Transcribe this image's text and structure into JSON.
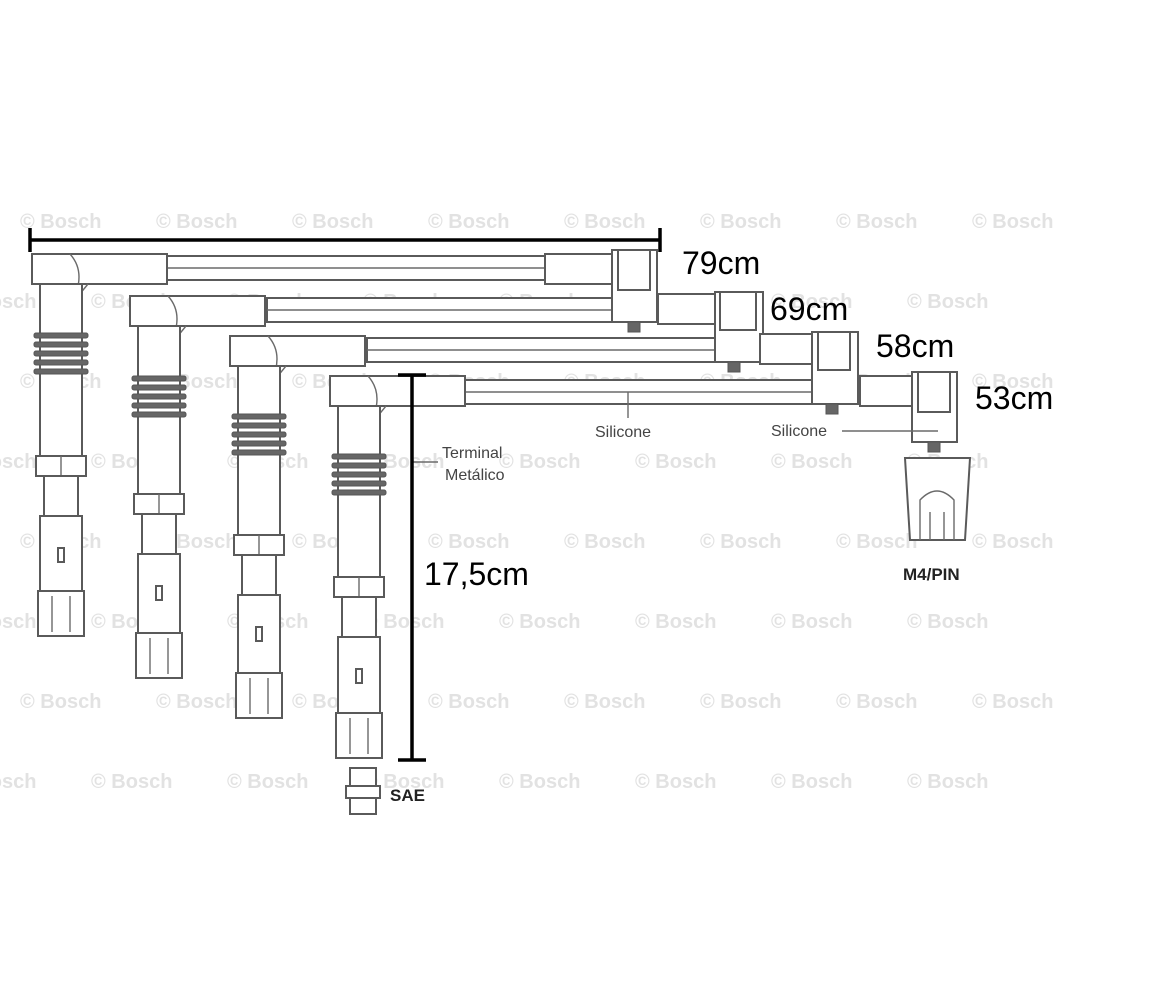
{
  "brand": {
    "watermark": "© Bosch"
  },
  "dimensions": {
    "cable_1": "79cm",
    "cable_2": "69cm",
    "cable_3": "58cm",
    "cable_4": "53cm",
    "boot_length": "17,5cm"
  },
  "labels": {
    "terminal_line1": "Terminal",
    "terminal_line2": "Metálico",
    "silicone_left": "Silicone",
    "silicone_right": "Silicone",
    "connector_m4": "M4/PIN",
    "connector_sae": "SAE"
  },
  "colors": {
    "line": "#5a5a5a",
    "dimension": "#000000",
    "watermark": "#e2e2e2"
  }
}
